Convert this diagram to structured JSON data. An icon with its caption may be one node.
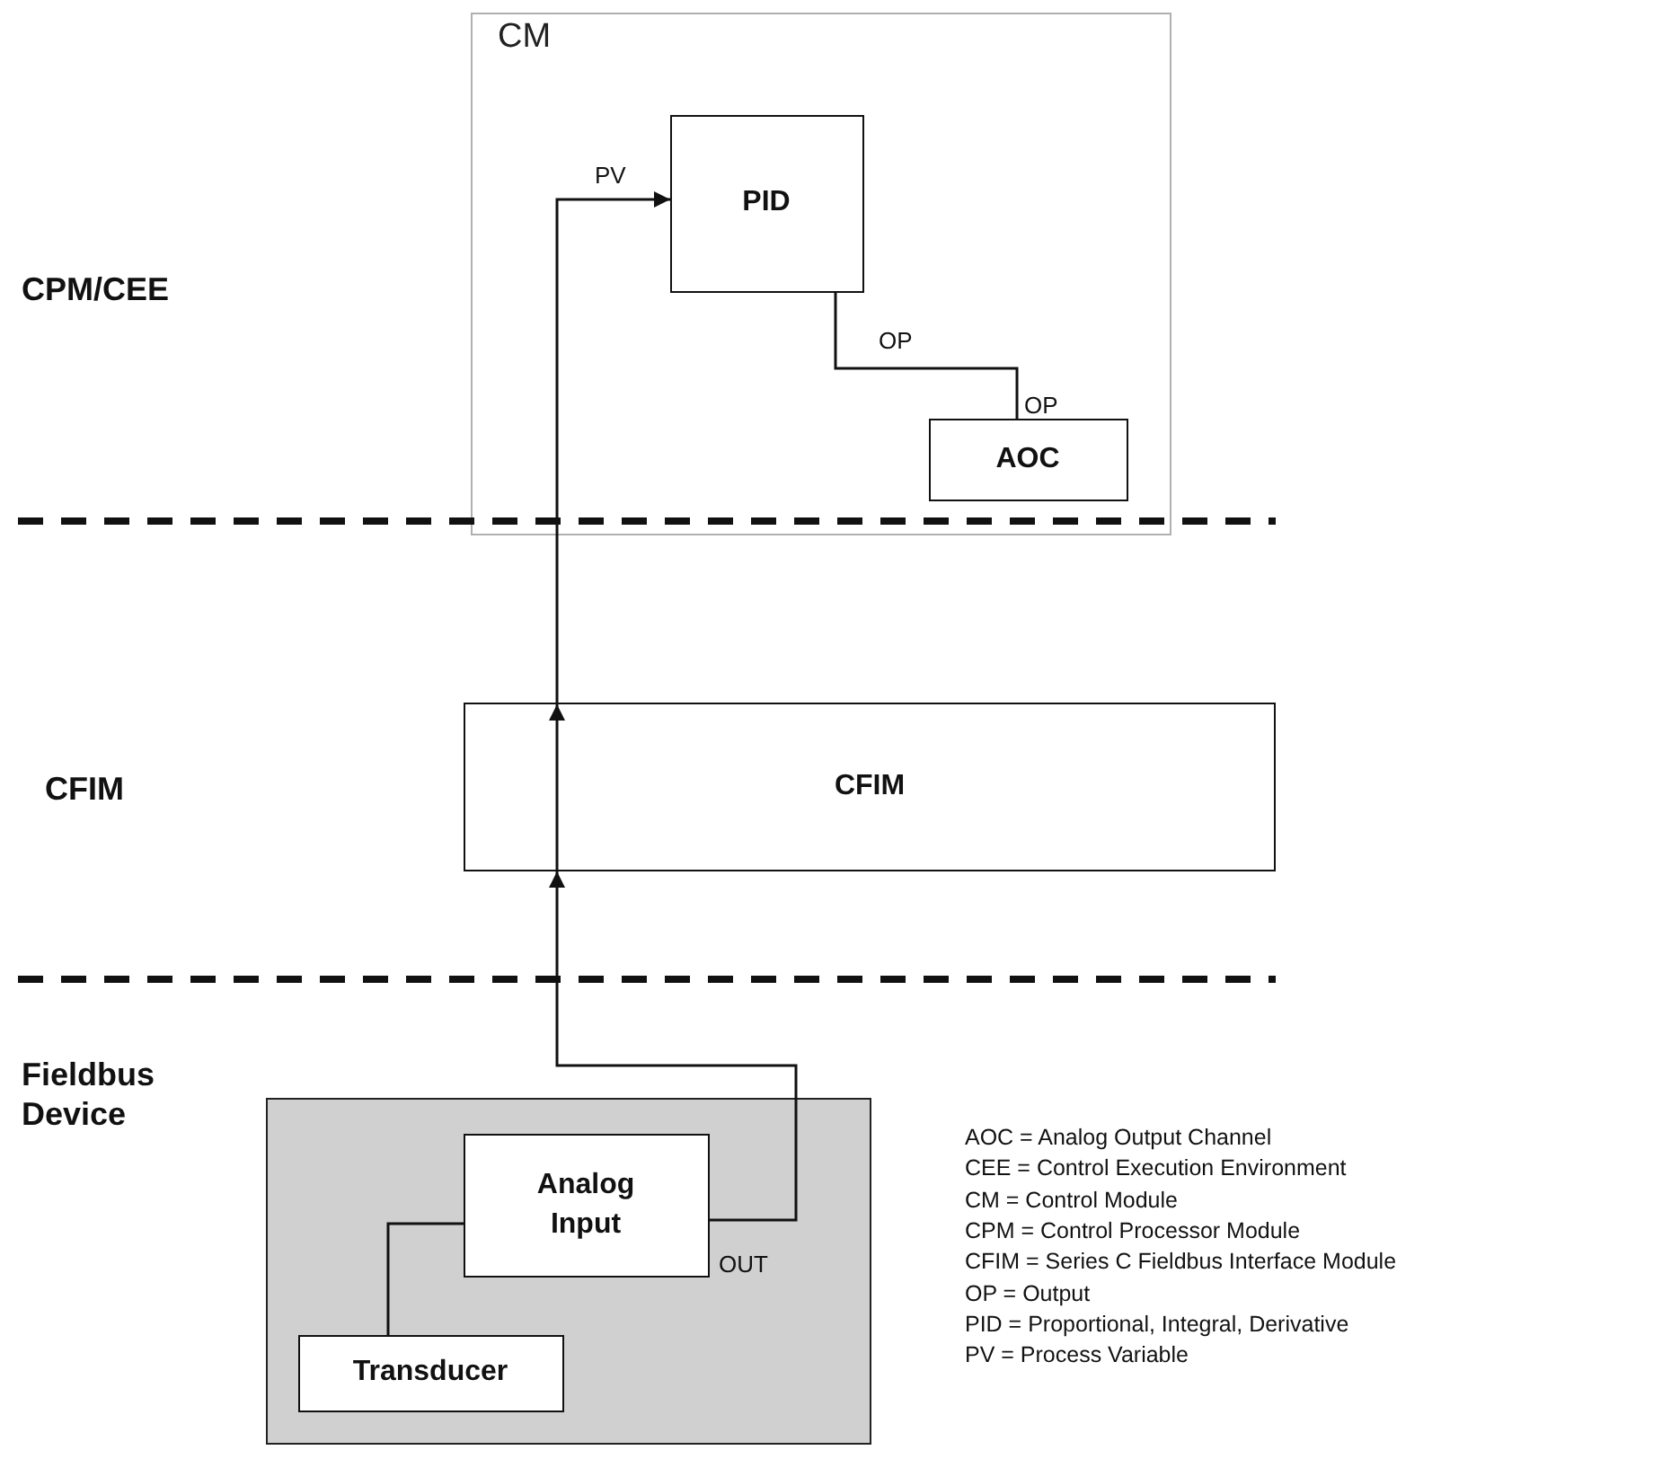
{
  "diagram": {
    "nodes": [
      {
        "text": [
          "CM"
        ]
      },
      {
        "text": [
          "PID"
        ],
        "in": 0
      },
      {
        "text": [
          "AOC"
        ],
        "in": 0,
        "beside": [
          "OP"
        ]
      },
      {
        "text": [
          "CFIM"
        ]
      },
      {
        "text": [],
        "shape": "box"
      },
      {
        "text": [
          "Analog Input"
        ],
        "in": 4,
        "beside": [
          "OUT"
        ]
      },
      {
        "text": [
          "Transducer"
        ],
        "in": 4
      }
    ],
    "edges": [
      {
        "from": 3,
        "to": 1,
        "arrow": "to",
        "label": "PV"
      },
      {
        "from": 1,
        "to": 2,
        "arrow": "none",
        "label": "OP"
      },
      {
        "from": 5,
        "to": 3,
        "arrow": "to"
      },
      {
        "from": 6,
        "to": 5,
        "arrow": "none"
      }
    ],
    "labels": [
      "CPM/CEE",
      "CFIM",
      "Fieldbus Device",
      "AOC = Analog Output Channel",
      "CEE = Control Execution Environment",
      "CM = Control Module",
      "CPM = Control Processor Module",
      "CFIM = Series C Fieldbus Interface Module",
      "OP = Output",
      "PID = Proportional, Integral, Derivative",
      "PV = Process Variable"
    ]
  }
}
